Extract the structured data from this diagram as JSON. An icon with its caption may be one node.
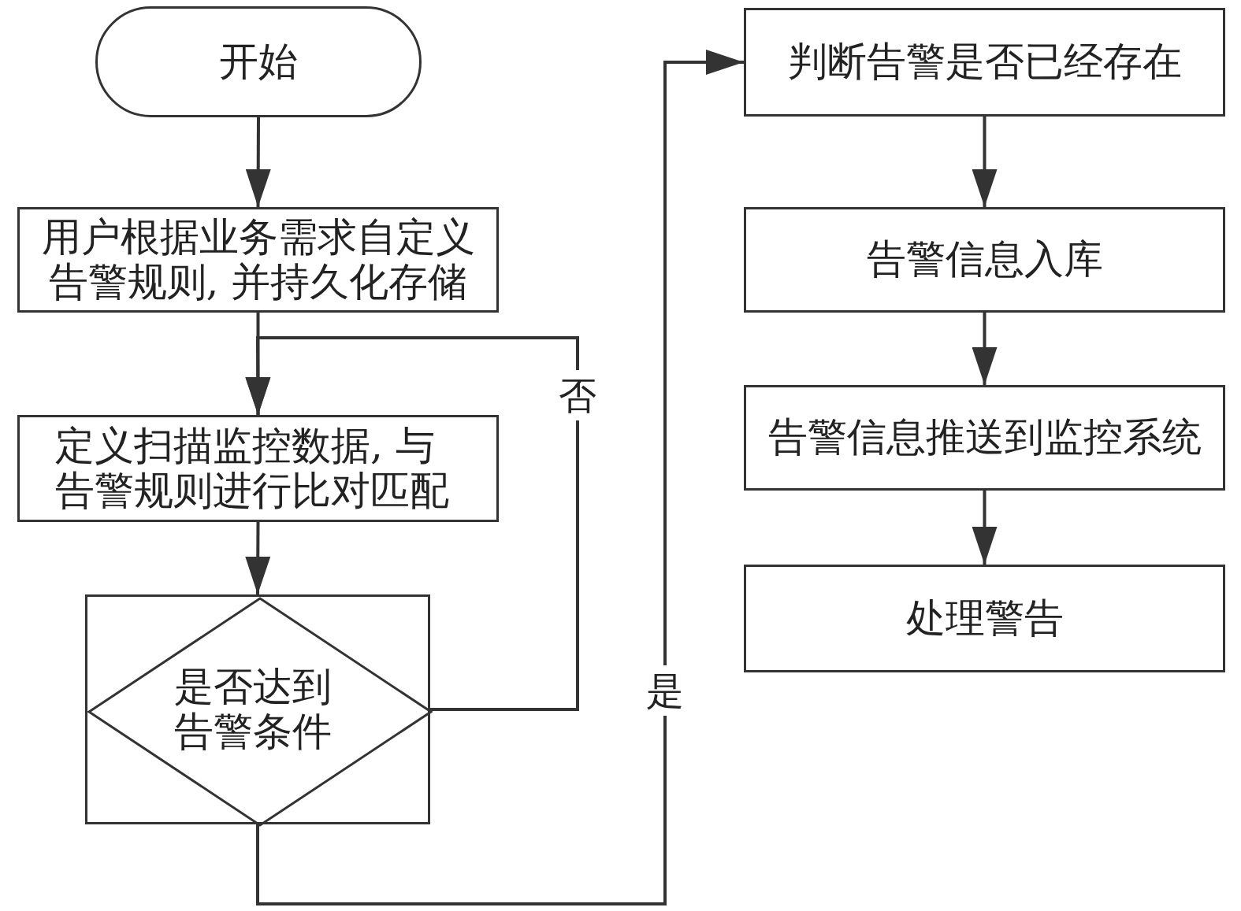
{
  "diagram": {
    "nodes": [
      {
        "text": [
          "开始"
        ]
      },
      {
        "text": [
          "用户根据业务需求自定义告警规则, 并持久化存储"
        ]
      },
      {
        "text": [
          "定义扫描监控数据, 与告警规则进行比对匹配"
        ]
      },
      {
        "text": [
          "是否达到告警条件"
        ]
      },
      {
        "text": [
          "判断告警是否已经存在"
        ]
      },
      {
        "text": [
          "告警信息入库"
        ]
      },
      {
        "text": [
          "告警信息推送到监控系统"
        ]
      },
      {
        "text": [
          "处理警告"
        ]
      }
    ],
    "edges": [
      {
        "from": 0,
        "to": 1,
        "arrow": "to"
      },
      {
        "from": 1,
        "to": 2,
        "arrow": "to"
      },
      {
        "from": 2,
        "to": 3,
        "arrow": "to"
      },
      {
        "from": 3,
        "to": 2,
        "arrow": "to",
        "label": "否"
      },
      {
        "from": 3,
        "to": 4,
        "arrow": "to",
        "label": "是"
      },
      {
        "from": 4,
        "to": 5,
        "arrow": "to"
      },
      {
        "from": 5,
        "to": 6,
        "arrow": "to"
      },
      {
        "from": 6,
        "to": 7,
        "arrow": "to"
      }
    ]
  }
}
